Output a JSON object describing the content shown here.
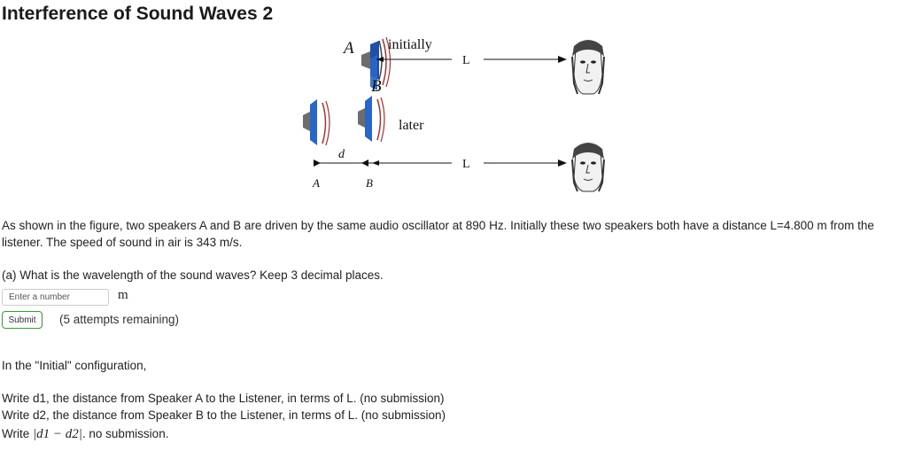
{
  "page": {
    "title": "Interference of Sound Waves 2"
  },
  "figure": {
    "label_a_top": "A",
    "label_b_top": "B",
    "label_initially": "initially",
    "label_l_top": "L",
    "label_later": "later",
    "label_d": "d",
    "label_l_bottom": "L",
    "label_a_bottom": "A",
    "label_b_bottom": "B"
  },
  "problem": {
    "intro": "As shown in the figure, two speakers A and B are driven by the same audio oscillator at 890 Hz. Initially these two speakers both have a distance L=4.800 m from the listener. The speed of sound in air is 343 m/s.",
    "question_a": "(a) What is the wavelength of the sound waves? Keep 3 decimal places.",
    "input_placeholder": "Enter a number",
    "unit": "m",
    "submit_label": "Submit",
    "attempts": "(5 attempts remaining)",
    "initial_config": "In the \"Initial\" configuration,",
    "write_d1": "Write d1, the distance from Speaker A to the Listener, in terms of L. (no submission)",
    "write_d2": "Write d2, the distance from Speaker B to the Listener,  in terms of L. (no submission)",
    "write_prefix": "Write",
    "write_abs": "|d1 − d2|",
    "write_suffix": ".  no submission."
  },
  "colors": {
    "speaker_blue": "#2a66c8",
    "speaker_gray": "#6d6d6d",
    "wave_red": "#b03030",
    "submit_border": "#3a9b3a"
  }
}
